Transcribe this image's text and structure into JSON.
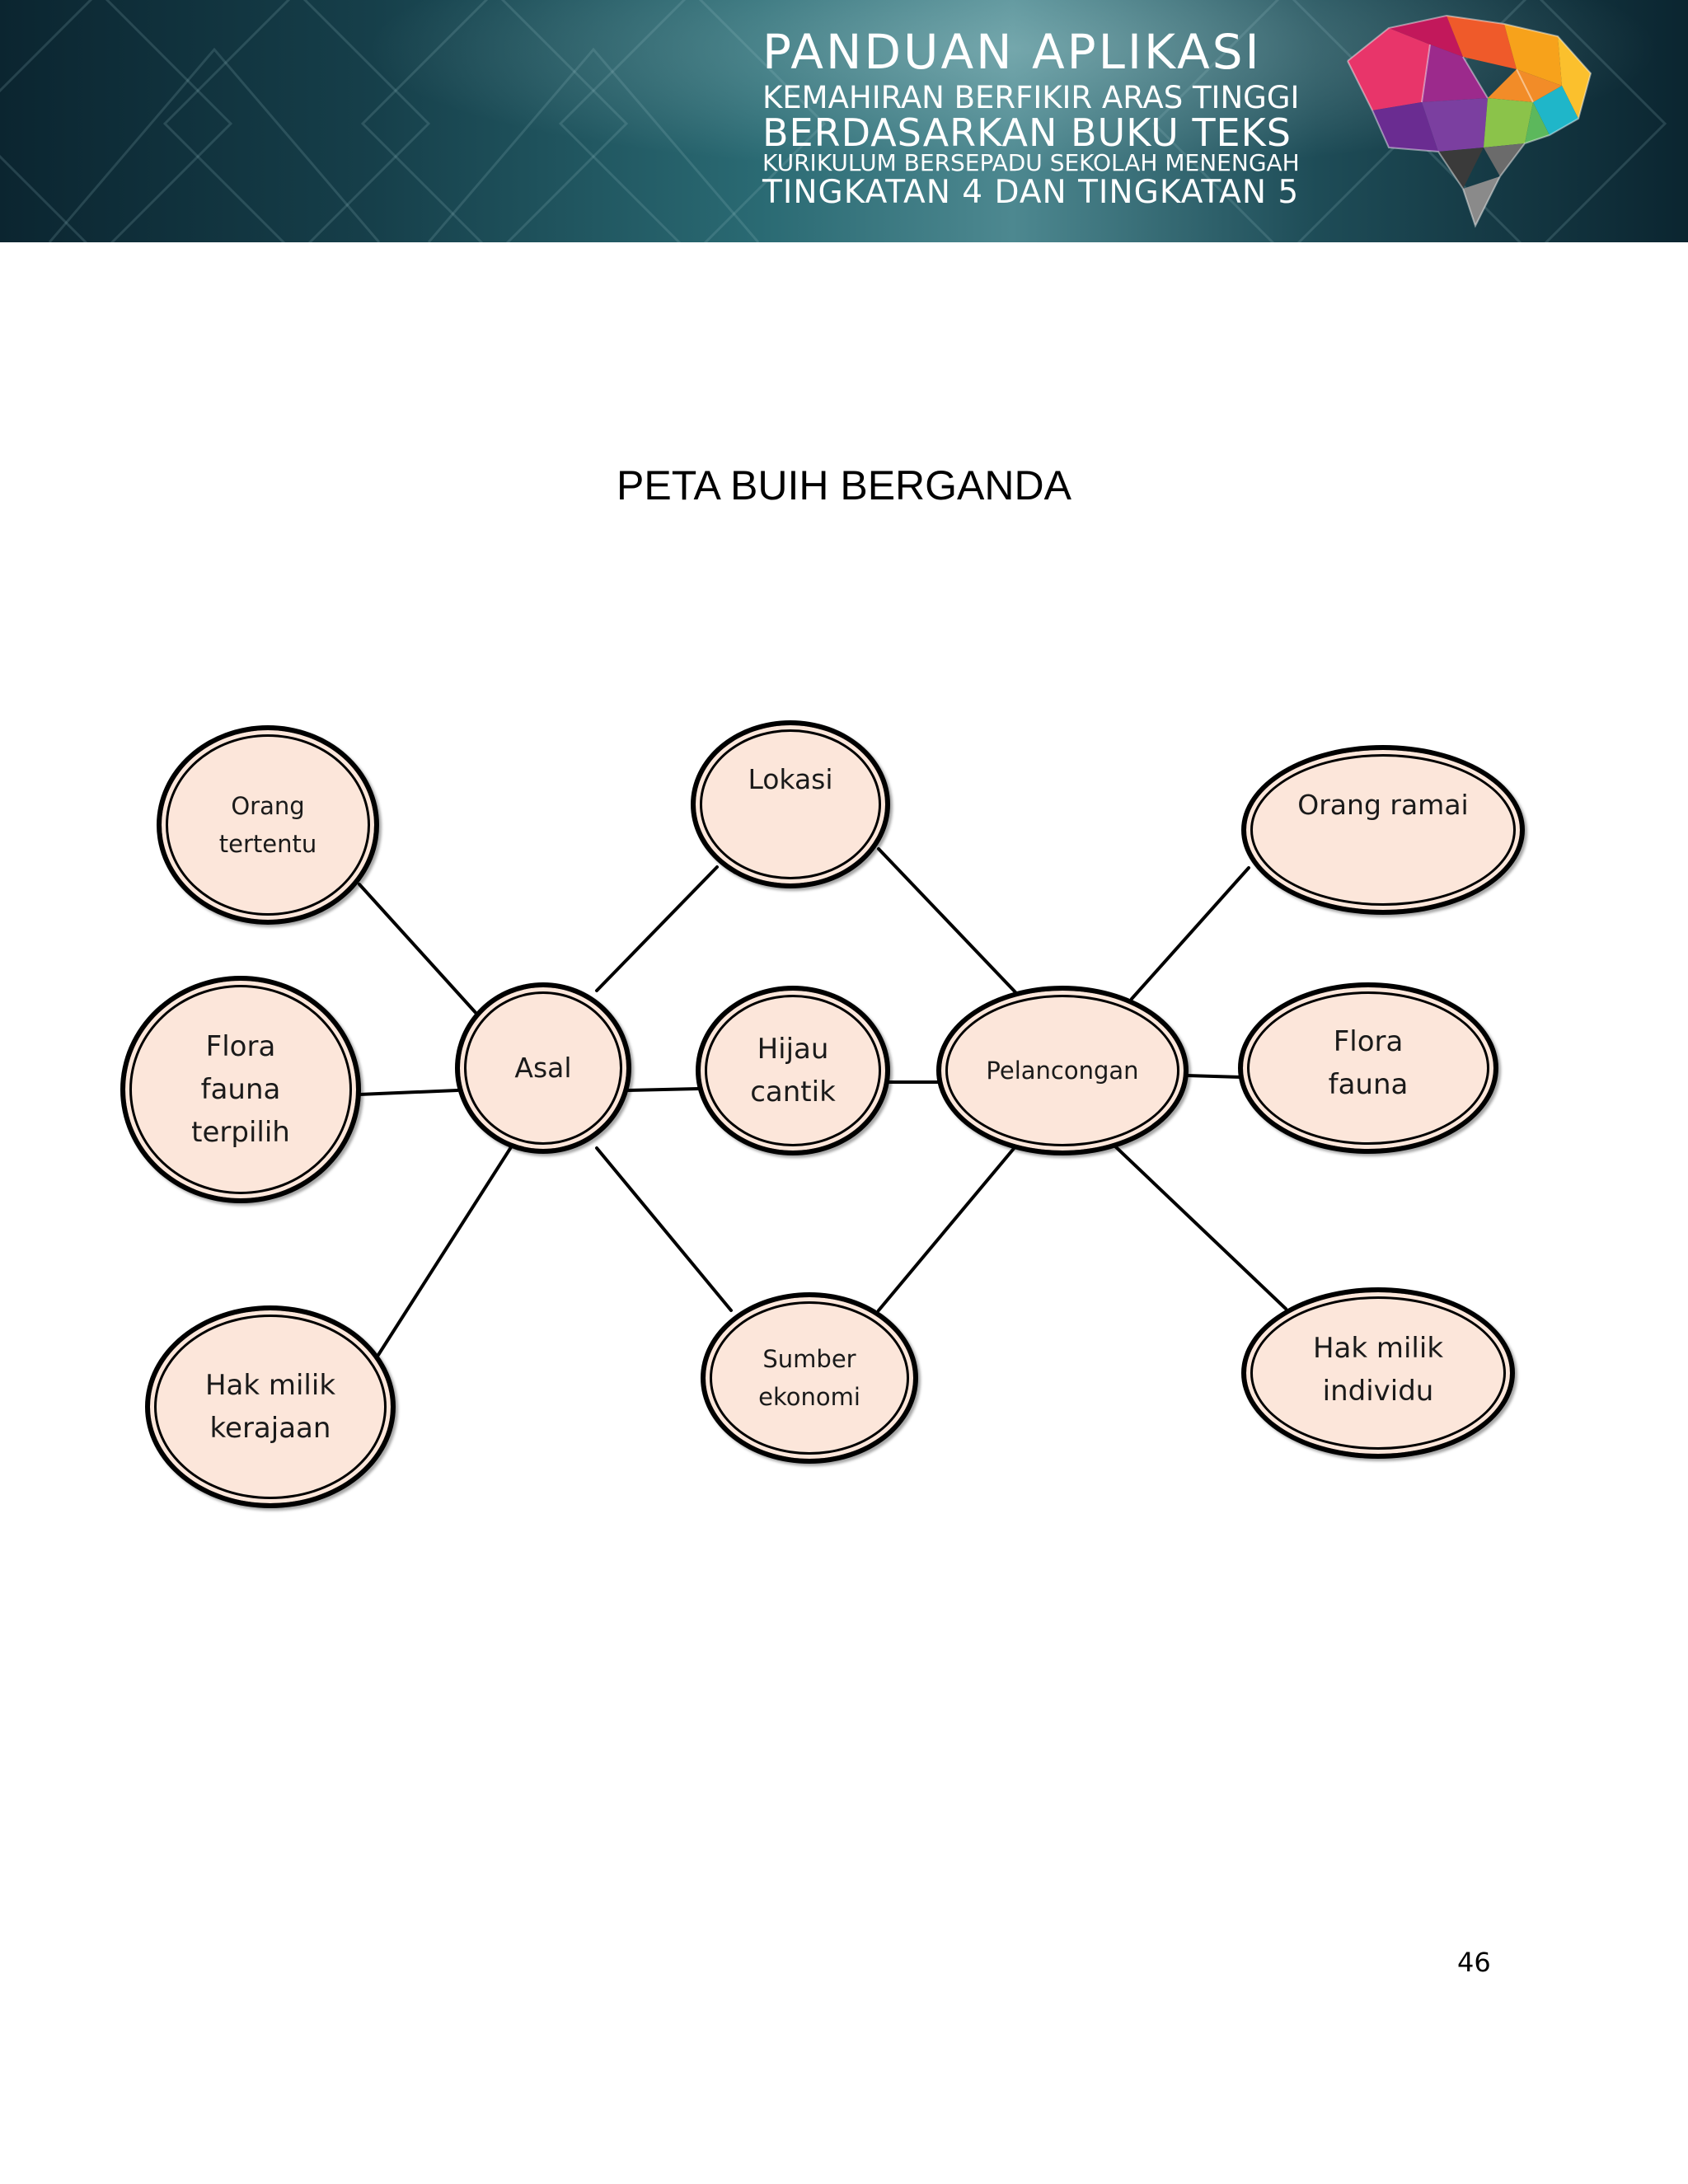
{
  "banner": {
    "line1": "PANDUAN APLIKASI",
    "line2": "KEMAHIRAN BERFIKIR ARAS TINGGI",
    "line3": "BERDASARKAN BUKU TEKS",
    "line4": "KURIKULUM BERSEPADU SEKOLAH MENENGAH",
    "line5": "TINGKATAN 4 DAN TINGKATAN 5",
    "logo_icon": "brain-logo-icon"
  },
  "title": "PETA BUIH BERGANDA",
  "diagram": {
    "type": "double-bubble-map",
    "main_topics": {
      "left": "Asal",
      "right": "Pelancongan"
    },
    "left_only": [
      "Orang\ntertentu",
      "Flora\nfauna\nterpilih",
      "Hak milik\nkerajaan"
    ],
    "shared": [
      "Lokasi",
      "Hijau\ncantik",
      "Sumber\nekonomi"
    ],
    "right_only": [
      "Orang ramai",
      "Flora\nfauna",
      "Hak milik\nindividu"
    ],
    "colors": {
      "bubble_fill": "#fce6da",
      "bubble_border": "#000000",
      "connector": "#000000"
    }
  },
  "page_number": "46"
}
